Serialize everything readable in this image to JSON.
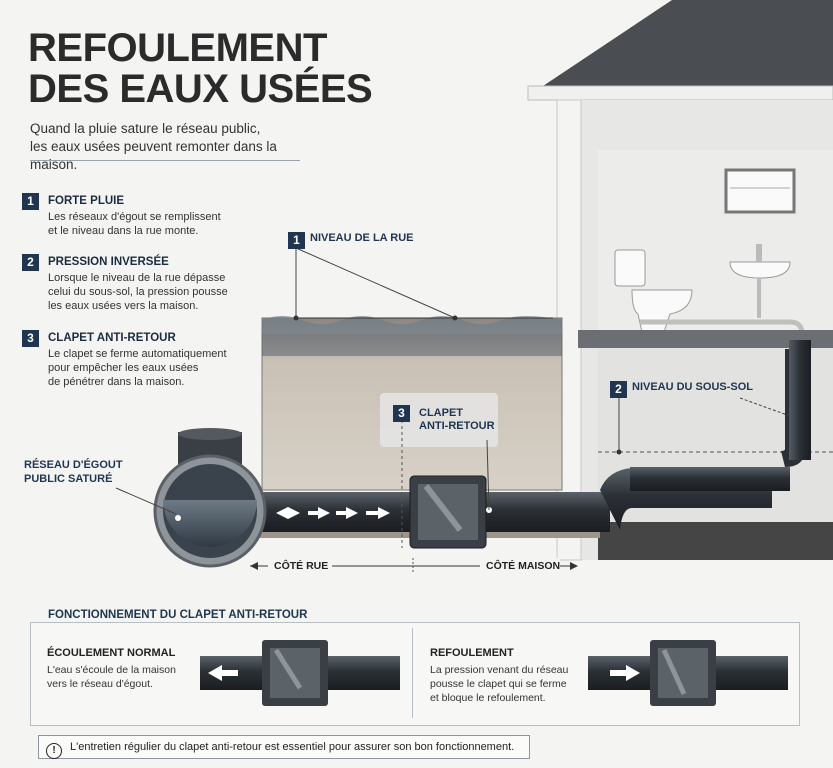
{
  "header": {
    "title_line1": "REFOULEMENT",
    "title_line2": "DES EAUX USÉES",
    "subtitle_line1": "Quand la pluie sature le réseau public,",
    "subtitle_line2": "les eaux usées peuvent remonter dans la maison."
  },
  "steps": [
    {
      "number": "1",
      "title": "FORTE PLUIE",
      "line1": "Les réseaux d'égout se remplissent",
      "line2": "et le niveau dans la rue monte.",
      "line3": ""
    },
    {
      "number": "2",
      "title": "PRESSION INVERSÉE",
      "line1": "Lorsque le niveau de la rue dépasse",
      "line2": "celui du sous-sol, la pression pousse",
      "line3": "les eaux usées vers la maison."
    },
    {
      "number": "3",
      "title": "CLAPET ANTI-RETOUR",
      "line1": "Le clapet se ferme automatiquement",
      "line2": "pour empêcher les eaux usées",
      "line3": "de pénétrer dans la maison."
    }
  ],
  "callouts": {
    "street_level": {
      "number": "1",
      "label": "NIVEAU DE LA RUE"
    },
    "basement_level": {
      "number": "2",
      "label": "NIVEAU DU SOUS-SOL"
    },
    "valve": {
      "number": "3",
      "label_line1": "CLAPET",
      "label_line2": "ANTI-RETOUR"
    },
    "sewer_line1": "RÉSEAU D'ÉGOUT",
    "sewer_line2": "PUBLIC SATURÉ"
  },
  "directions": {
    "street_side": "CÔTÉ RUE",
    "house_side": "CÔTÉ MAISON"
  },
  "bottom": {
    "title": "FONCTIONNEMENT DU CLAPET ANTI-RETOUR",
    "normal": {
      "title": "ÉCOULEMENT NORMAL",
      "line1": "L'eau s'écoule de la maison",
      "line2": "vers le réseau d'égout.",
      "line3": ""
    },
    "backflow": {
      "title": "REFOULEMENT",
      "line1": "La pression venant du réseau",
      "line2": "pousse le clapet qui se ferme",
      "line3": "et bloque le refoulement."
    }
  },
  "note": {
    "icon": "exclamation-circle-icon",
    "text": "L'entretien régulier du clapet anti-retour est essentiel pour assurer son bon fonctionnement."
  },
  "colors": {
    "navy": "#1f3550",
    "pipe": "#2d3238",
    "water": "#3e4a55",
    "soil": "#cfc7bd",
    "roof": "#4a4d52",
    "wall": "#e6e6e4"
  }
}
